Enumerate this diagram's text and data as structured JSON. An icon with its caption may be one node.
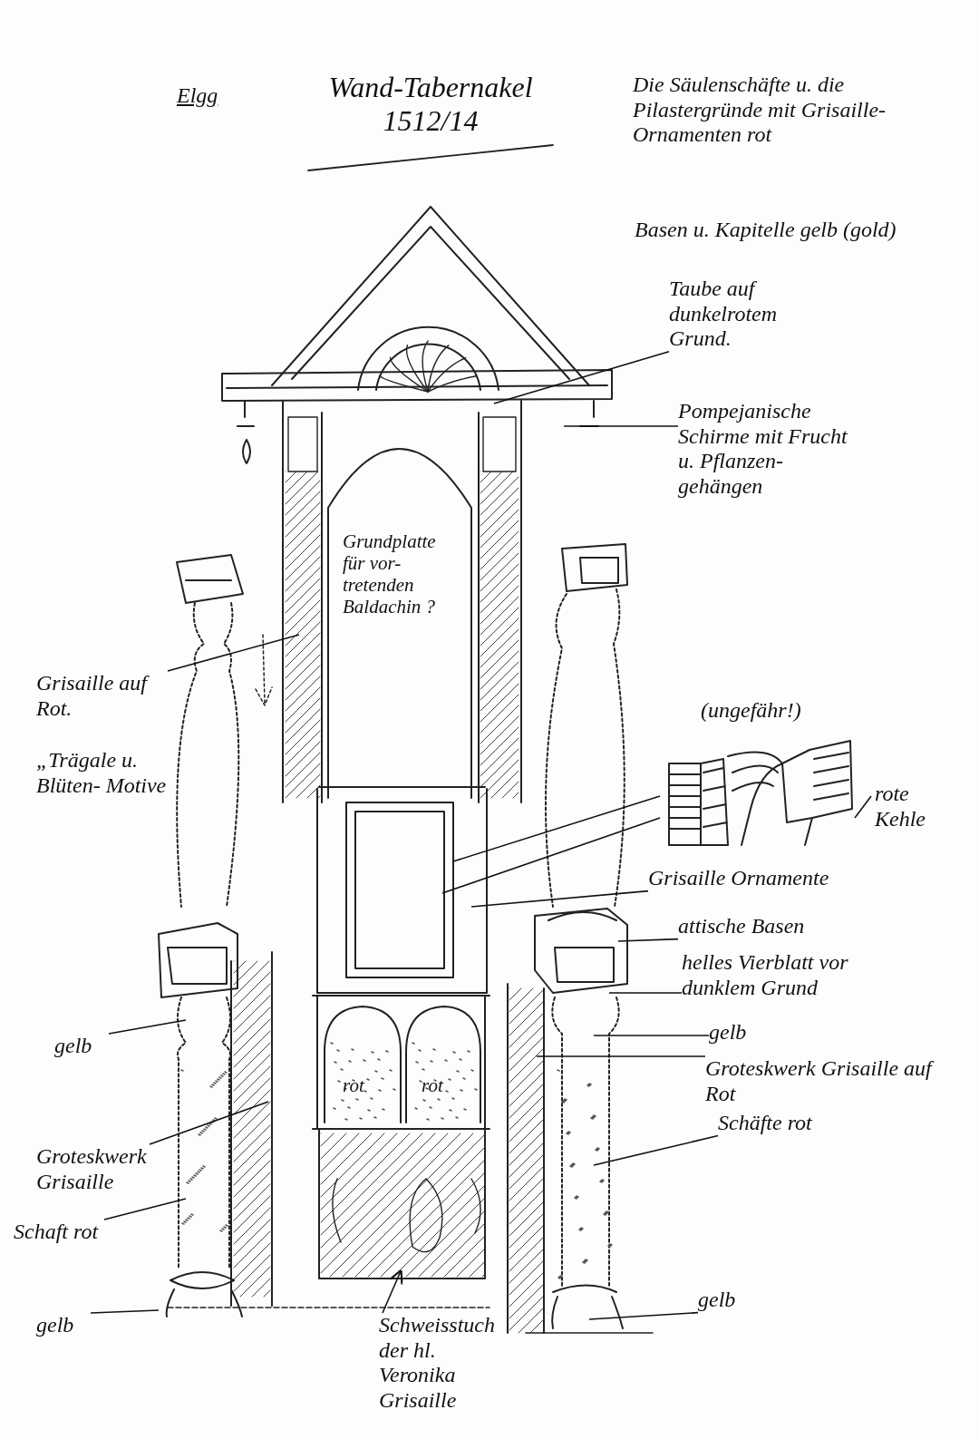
{
  "diagram": {
    "title": "Wand-Tabernakel 1512/14",
    "nodes": [
      {
        "text": [
          "Taube auf dunkelrotem Grund."
        ]
      },
      {
        "text": [
          "Pompejanische Schirme mit Frucht u. Pflanzen- gehängen"
        ]
      },
      {
        "text": [
          "Grisaille auf Rot.",
          "„Trägale u. Blüten- Motive"
        ]
      },
      {
        "text": [],
        "shape": "picture",
        "beside": [
          "(ungefähr!)"
        ]
      },
      {
        "text": [
          "rote Kehle"
        ]
      },
      {
        "text": [
          "Grisaille Ornamente"
        ]
      },
      {
        "text": [
          "attische Basen"
        ]
      },
      {
        "text": [
          "helles Vierblatt vor dunklem Grund"
        ]
      },
      {
        "text": [
          "gelb"
        ]
      },
      {
        "text": [
          "Groteskwerk Grisaille auf Rot"
        ]
      },
      {
        "text": [
          "Schäfte rot"
        ]
      },
      {
        "text": [
          "gelb"
        ]
      },
      {
        "text": [
          "gelb"
        ]
      },
      {
        "text": [
          "Groteskwerk Grisaille"
        ]
      },
      {
        "text": [
          "Schaft rot"
        ]
      },
      {
        "text": [
          "gelb"
        ]
      },
      {
        "text": [
          "Schweisstuch der hl. Veronika Grisaille"
        ]
      }
    ],
    "edges": [
      {
        "from": 0,
        "to": null,
        "arrow": "none"
      },
      {
        "from": 1,
        "to": null,
        "arrow": "none"
      },
      {
        "from": 2,
        "to": null,
        "arrow": "none"
      },
      {
        "from": 3,
        "to": null,
        "arrow": "none"
      },
      {
        "from": 3,
        "to": null,
        "arrow": "none"
      },
      {
        "from": 4,
        "to": 3,
        "arrow": "none"
      },
      {
        "from": 5,
        "to": null,
        "arrow": "none"
      },
      {
        "from": 6,
        "to": null,
        "arrow": "none"
      },
      {
        "from": 7,
        "to": null,
        "arrow": "none"
      },
      {
        "from": 8,
        "to": null,
        "arrow": "none"
      },
      {
        "from": 9,
        "to": null,
        "arrow": "none"
      },
      {
        "from": 10,
        "to": null,
        "arrow": "none"
      },
      {
        "from": 11,
        "to": null,
        "arrow": "none"
      },
      {
        "from": 12,
        "to": null,
        "arrow": "none"
      },
      {
        "from": 13,
        "to": null,
        "arrow": "none"
      },
      {
        "from": 14,
        "to": null,
        "arrow": "none"
      },
      {
        "from": 15,
        "to": null,
        "arrow": "none"
      },
      {
        "from": 16,
        "to": null,
        "arrow": "to"
      }
    ],
    "labels": [
      "Elgg",
      "Die Säulenschäfte u. die Pilastergründe mit Grisaille-Ornamenten rot",
      "Basen u. Kapitelle gelb (gold)",
      "Grundplatte für vor- tretenden Baldachin ?",
      "rot",
      "rot"
    ]
  }
}
